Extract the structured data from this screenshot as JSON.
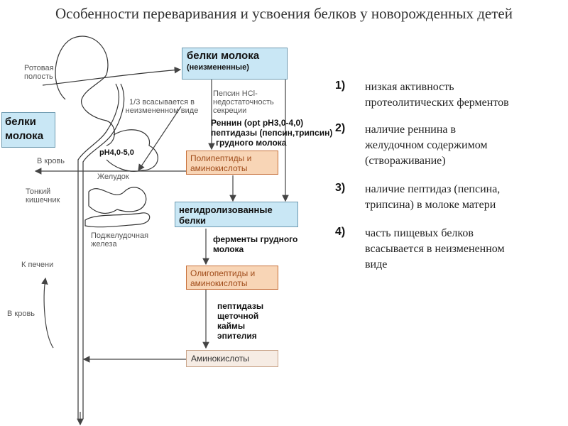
{
  "title": "Особенности переваривания и усвоения белков у новорожденных детей",
  "diagram": {
    "mouth_label": "Ротовая полость",
    "milk_proteins_left": "белки молока",
    "milk_proteins_top": {
      "line1": "белки молока",
      "line2": "(неизмененные)"
    },
    "absorbed_label": "1/3 всасывается в неизмененном виде",
    "pepsin_label": "Пепсин HCl-недостаточность секреции",
    "rennin_label": "Реннин (opt pH3,0-4,0)",
    "peptidases_label": "пептидазы (пепсин,трипсин)",
    "breast_milk_label": "грудного молока",
    "ph_label": "pH4,0-5,0",
    "to_blood_1": "В кровь",
    "stomach_label": "Желудок",
    "polypeptides_box": "Полипептиды и аминокислоты",
    "small_intestine_label": "Тонкий кишечник",
    "unhydrolyzed_box": "негидролизованные белки",
    "pancreas_label": "Поджелудочная железа",
    "enzymes_label": "ферменты грудного молока",
    "to_liver_label": "К печени",
    "oligopeptides_box": "Олигопептиды и аминокислоты",
    "brush_peptidases_label": "пептидазы щеточной каймы эпителия",
    "to_blood_2": "В кровь",
    "amino_acids_box": "Аминокислоты"
  },
  "features": [
    {
      "num": "1)",
      "lines": [
        "низкая активность",
        "протеолитических ферментов"
      ]
    },
    {
      "num": "2)",
      "lines": [
        "наличие реннина в",
        "желудочном содержимом",
        "(створаживание)"
      ]
    },
    {
      "num": "3)",
      "lines": [
        "наличие пептидаз (пепсина,",
        "трипсина) в молоке матери"
      ]
    },
    {
      "num": "4)",
      "lines": [
        "часть пищевых белков",
        "всасывается в неизмененном",
        "виде"
      ]
    }
  ]
}
